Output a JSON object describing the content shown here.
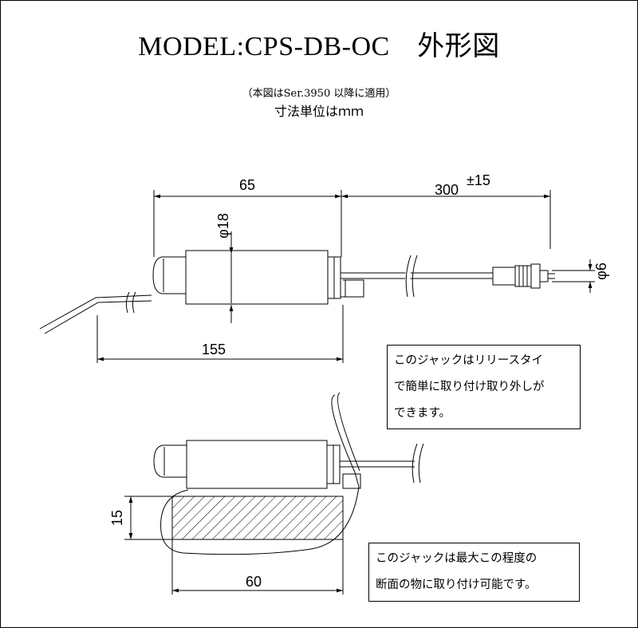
{
  "title": "MODEL:CPS-DB-OC　外形図",
  "notes": {
    "applicability": "（本図はSer.3950 以降に適用）",
    "units": "寸法単位はｍｍ"
  },
  "dimensions": {
    "body_length": "65",
    "cable_length": "300",
    "cable_tolerance": "±15",
    "body_diameter": "φ18",
    "plug_diameter": "φ6",
    "overall_length": "155",
    "mount_height": "15",
    "mount_width": "60"
  },
  "callouts": {
    "release_tie": [
      "このジャックはリリースタイ",
      "で簡単に取り付け取り外しが",
      "できます。"
    ],
    "max_section": [
      "このジャックは最大この程度の",
      "断面の物に取り付け可能です。"
    ]
  }
}
